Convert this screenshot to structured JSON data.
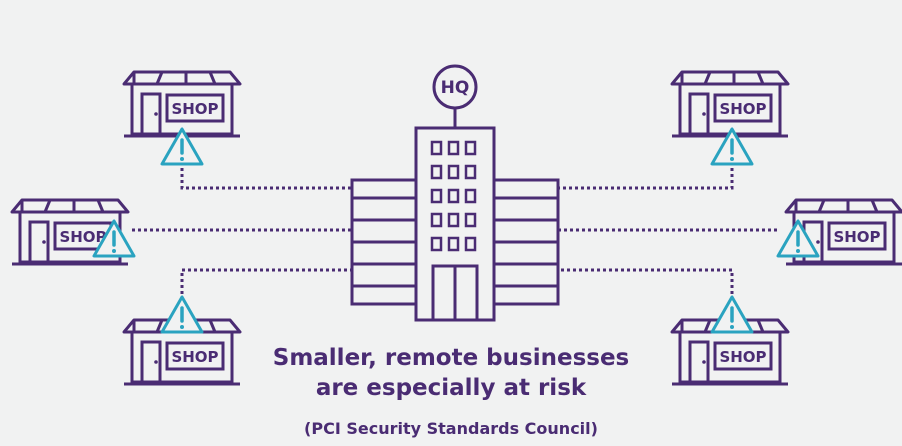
{
  "hq": {
    "label": "HQ"
  },
  "shops": [
    {
      "label": "SHOP",
      "side": "left",
      "position": "top"
    },
    {
      "label": "SHOP",
      "side": "left",
      "position": "middle"
    },
    {
      "label": "SHOP",
      "side": "left",
      "position": "bottom"
    },
    {
      "label": "SHOP",
      "side": "right",
      "position": "top"
    },
    {
      "label": "SHOP",
      "side": "right",
      "position": "middle"
    },
    {
      "label": "SHOP",
      "side": "right",
      "position": "bottom"
    }
  ],
  "caption": {
    "line1": "Smaller, remote businesses",
    "line2": "are especially at risk",
    "source": "(PCI Security Standards Council)"
  },
  "colors": {
    "background": "#f1f2f2",
    "outline": "#4a2c73",
    "warning": "#2aa3c0",
    "connector": "#4a2c73"
  },
  "icons": {
    "warning": "warning-triangle-icon",
    "building": "hq-building-icon",
    "store": "shop-icon"
  }
}
